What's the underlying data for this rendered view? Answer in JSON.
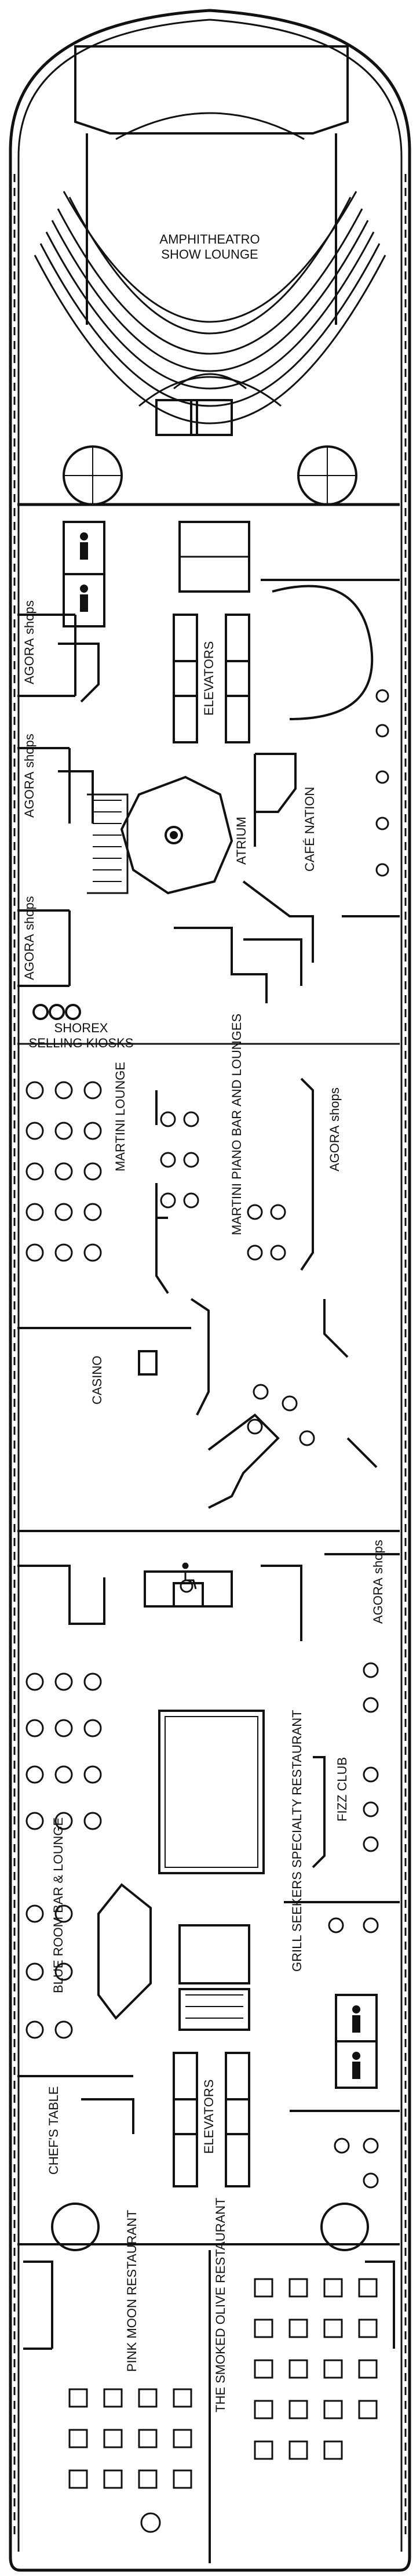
{
  "deck_plan": {
    "venues": {
      "amphitheatro": [
        "AMPHITHEATRO",
        "SHOW LOUNGE"
      ],
      "agora_1": [
        "AGORA",
        "shops"
      ],
      "agora_2": [
        "AGORA",
        "shops"
      ],
      "agora_3": [
        "AGORA",
        "shops"
      ],
      "agora_4": [
        "AGORA",
        "shops"
      ],
      "agora_5": [
        "AGORA",
        "shops"
      ],
      "elevators_fwd": "ELEVATORS",
      "elevators_aft": "ELEVATORS",
      "atrium": "ATRIUM",
      "cafe_nation": "CAFÉ NATION",
      "shorex": [
        "SHOREX",
        "SELLING KIOSKS"
      ],
      "martini_lounge": [
        "MARTINI",
        "LOUNGE"
      ],
      "martini_piano": [
        "MARTINI PIANO BAR",
        "AND LOUNGES"
      ],
      "casino": "CASINO",
      "fizz_club": "FIZZ CLUB",
      "blue_room": "BLUE ROOM BAR & LOUNGE",
      "grill_seekers": [
        "GRILL SEEKERS",
        "SPECIALTY RESTAURANT"
      ],
      "chefs_table": "CHEF'S TABLE",
      "pink_moon": [
        "PINK MOON",
        "RESTAURANT"
      ],
      "smoked_olive": [
        "THE SMOKED OLIVE",
        "RESTAURANT"
      ]
    },
    "icons": [
      "restroom-icon",
      "accessible-icon",
      "elevator-icon",
      "stairs-icon",
      "table-icon"
    ],
    "colors": {
      "ink": "#111111",
      "paper": "#ffffff"
    }
  }
}
